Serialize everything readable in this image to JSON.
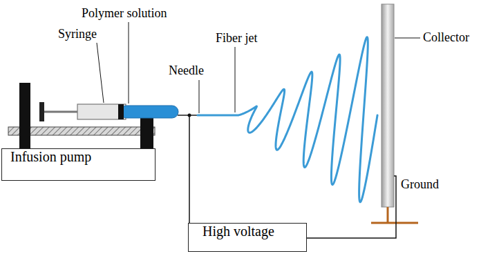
{
  "diagram": {
    "nodes": [
      {
        "text": [
          "Infusion pump"
        ]
      },
      {
        "text": [
          "High voltage"
        ]
      }
    ],
    "labels": [
      "Polymer solution",
      "Syringe",
      "Fiber jet",
      "Needle",
      "Collector",
      "Ground"
    ]
  }
}
